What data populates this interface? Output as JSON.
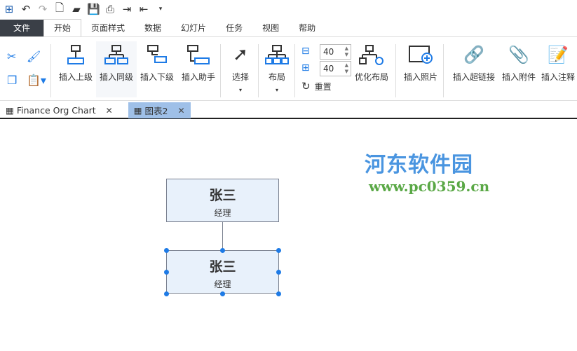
{
  "watermark": {
    "name": "河东软件园",
    "url": "www.pc0359.cn"
  },
  "menu": {
    "file": "文件",
    "items": [
      "开始",
      "页面样式",
      "数据",
      "幻灯片",
      "任务",
      "视图",
      "帮助"
    ]
  },
  "ribbon": {
    "insert_parent": "插入上级",
    "insert_sibling": "插入同级",
    "insert_child": "插入下级",
    "insert_assistant": "插入助手",
    "select": "选择",
    "layout": "布局",
    "h_spacing": "40",
    "v_spacing": "40",
    "reset": "重置",
    "optimize_layout": "优化布局",
    "insert_photo": "插入照片",
    "insert_hyperlink": "插入超链接",
    "insert_attachment": "插入附件",
    "insert_note": "插入注释"
  },
  "tabs": [
    {
      "label": "Finance Org Chart",
      "active": false
    },
    {
      "label": "图表2",
      "active": true
    }
  ],
  "nodes": [
    {
      "name": "张三",
      "title": "经理"
    },
    {
      "name": "张三",
      "title": "经理",
      "selected": true
    }
  ],
  "colors": {
    "accent": "#1e7be6",
    "node_fill": "#e8f1fb",
    "active_tab": "#9fc0e8"
  }
}
